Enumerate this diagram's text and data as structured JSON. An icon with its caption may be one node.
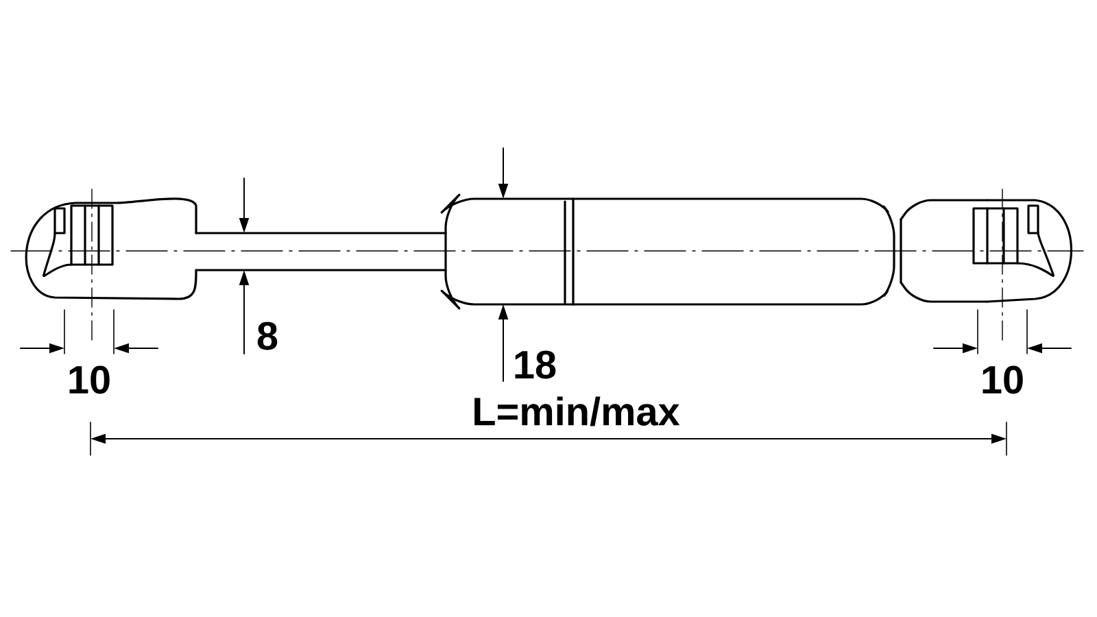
{
  "diagram": {
    "labels": [
      "8",
      "18",
      "10",
      "10",
      "L=min/max"
    ]
  }
}
